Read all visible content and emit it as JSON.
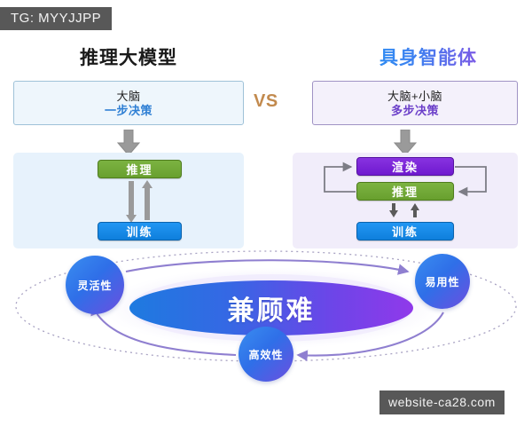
{
  "overlays": {
    "tg_tag": "TG: MYYJJPP",
    "site_tag": "website-ca28.com"
  },
  "comparison": {
    "vs_label": "VS",
    "left": {
      "heading": "推理大模型",
      "summary_line1": "大脑",
      "summary_line2": "一步决策",
      "flow": {
        "inference": "推理",
        "training": "训练"
      }
    },
    "right": {
      "heading": "具身智能体",
      "summary_line1": "大脑+小脑",
      "summary_line2": "多步决策",
      "flow": {
        "render": "渲染",
        "inference": "推理",
        "training": "训练"
      }
    }
  },
  "orbit": {
    "center_label": "兼顾难",
    "nodes": [
      {
        "label": "灵活性"
      },
      {
        "label": "易用性"
      },
      {
        "label": "高效性"
      }
    ]
  },
  "colors": {
    "tag_bg": "#585858",
    "left_heading": "#1a1a1a",
    "right_heading_start": "#2f8bf2",
    "right_heading_end": "#7b5ae6",
    "vs": "#c28a4e",
    "left_panel_bg": "#e7f2fc",
    "right_panel_bg": "#f1edfa",
    "box_green": "#7cb342",
    "box_blue": "#2196f3",
    "box_purple": "#8833e0",
    "ellipse_start": "#1e7ae0",
    "ellipse_end": "#9039ea",
    "node_blue": "#3a8ef0",
    "arrow_gray": "#8d8d8d",
    "orbit_purple": "#8f7fd0"
  }
}
